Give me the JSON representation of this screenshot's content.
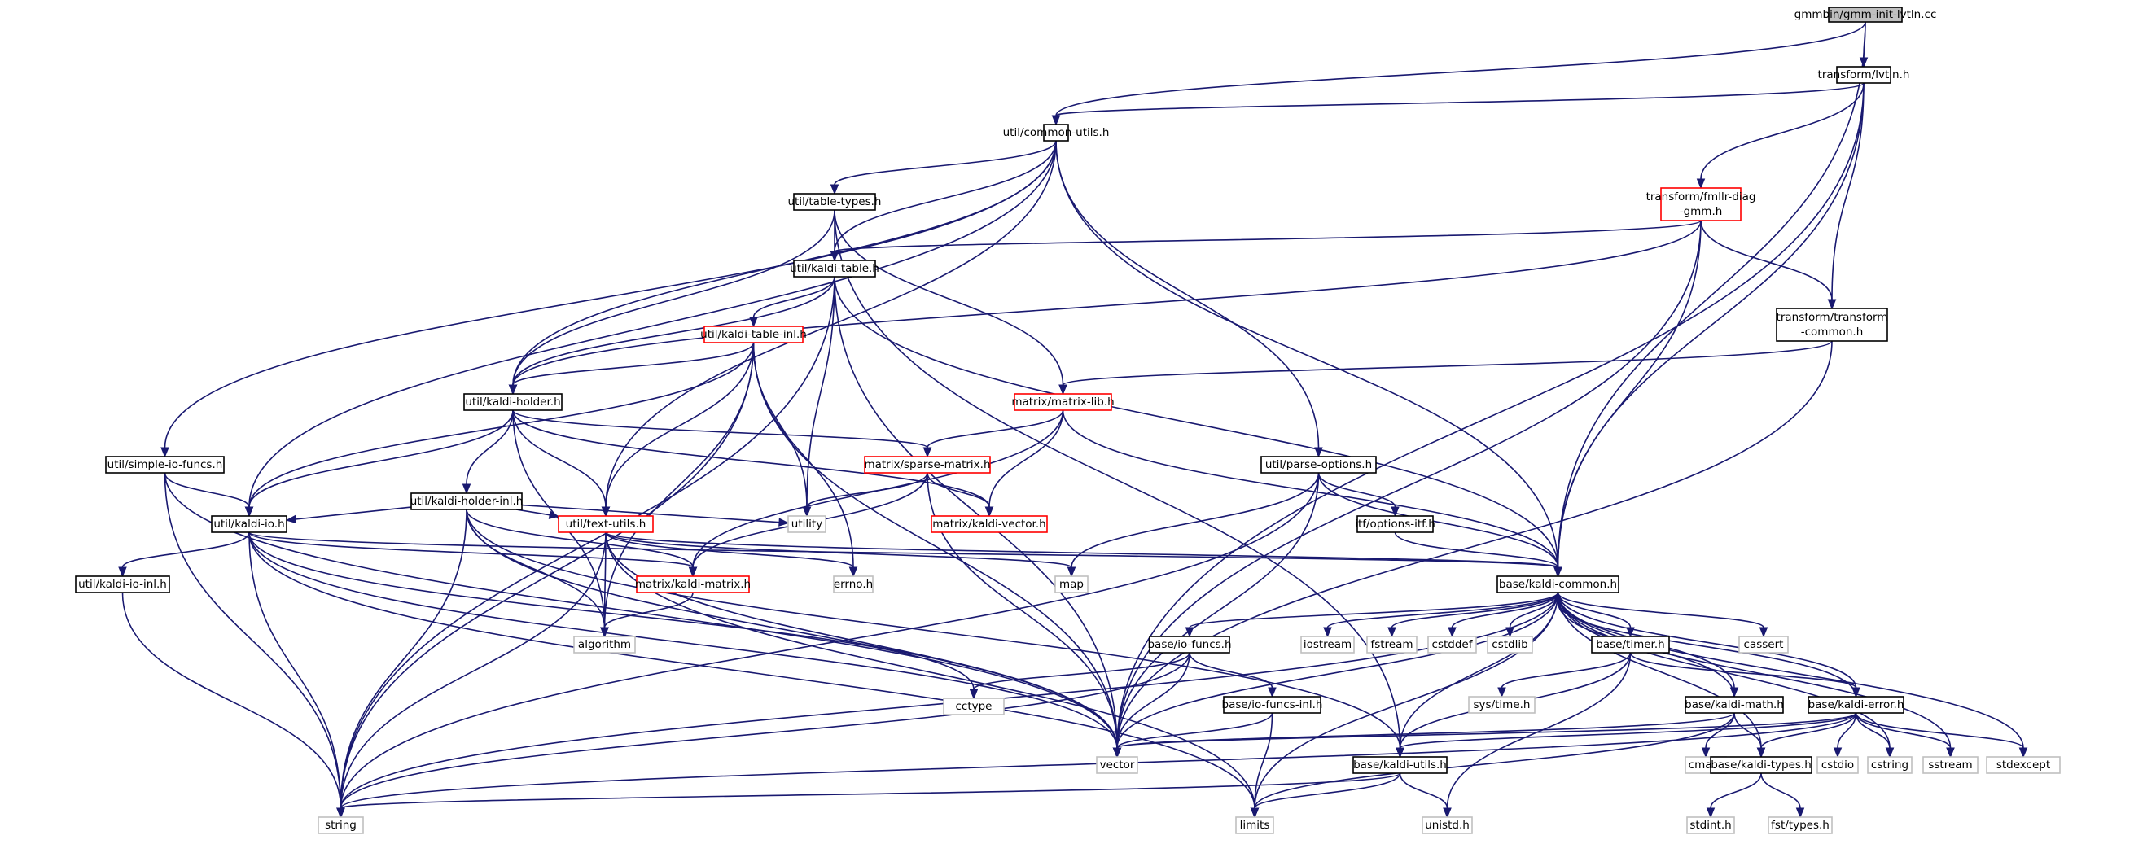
{
  "title": "gmmbin/gmm-init-lvtln.cc",
  "colors": {
    "edge": "#191970",
    "root_fill": "#bfbfbf",
    "node_border": "#000000",
    "truncated_border": "#ff0000",
    "system_border": "#bfbfbf",
    "node_fill": "#ffffff"
  },
  "nodes": [
    {
      "id": "root",
      "lines": [
        "gmmbin/gmm-init-lvtln.cc"
      ],
      "kind": "root"
    },
    {
      "id": "lvtln",
      "lines": [
        "transform/lvtln.h"
      ],
      "kind": "normal"
    },
    {
      "id": "common_utils",
      "lines": [
        "util/common-utils.h"
      ],
      "kind": "normal"
    },
    {
      "id": "fmllr",
      "lines": [
        "transform/fmllr-diag",
        "-gmm.h"
      ],
      "kind": "truncated"
    },
    {
      "id": "table_types",
      "lines": [
        "util/table-types.h"
      ],
      "kind": "normal"
    },
    {
      "id": "kaldi_table",
      "lines": [
        "util/kaldi-table.h"
      ],
      "kind": "normal"
    },
    {
      "id": "transform_common",
      "lines": [
        "transform/transform",
        "-common.h"
      ],
      "kind": "normal"
    },
    {
      "id": "kaldi_table_inl",
      "lines": [
        "util/kaldi-table-inl.h"
      ],
      "kind": "truncated"
    },
    {
      "id": "matrix_lib",
      "lines": [
        "matrix/matrix-lib.h"
      ],
      "kind": "truncated"
    },
    {
      "id": "kaldi_holder",
      "lines": [
        "util/kaldi-holder.h"
      ],
      "kind": "normal"
    },
    {
      "id": "simple_io",
      "lines": [
        "util/simple-io-funcs.h"
      ],
      "kind": "normal"
    },
    {
      "id": "parse_options",
      "lines": [
        "util/parse-options.h"
      ],
      "kind": "normal"
    },
    {
      "id": "sparse_matrix",
      "lines": [
        "matrix/sparse-matrix.h"
      ],
      "kind": "truncated"
    },
    {
      "id": "holder_inl",
      "lines": [
        "util/kaldi-holder-inl.h"
      ],
      "kind": "normal"
    },
    {
      "id": "kaldi_io",
      "lines": [
        "util/kaldi-io.h"
      ],
      "kind": "normal"
    },
    {
      "id": "utility",
      "lines": [
        "utility"
      ],
      "kind": "system"
    },
    {
      "id": "text_utils",
      "lines": [
        "util/text-utils.h"
      ],
      "kind": "truncated"
    },
    {
      "id": "kaldi_vector",
      "lines": [
        "matrix/kaldi-vector.h"
      ],
      "kind": "truncated"
    },
    {
      "id": "options_itf",
      "lines": [
        "itf/options-itf.h"
      ],
      "kind": "normal"
    },
    {
      "id": "io_inl",
      "lines": [
        "util/kaldi-io-inl.h"
      ],
      "kind": "normal"
    },
    {
      "id": "kaldi_matrix",
      "lines": [
        "matrix/kaldi-matrix.h"
      ],
      "kind": "truncated"
    },
    {
      "id": "errno",
      "lines": [
        "errno.h"
      ],
      "kind": "system"
    },
    {
      "id": "map",
      "lines": [
        "map"
      ],
      "kind": "system"
    },
    {
      "id": "kaldi_common",
      "lines": [
        "base/kaldi-common.h"
      ],
      "kind": "normal"
    },
    {
      "id": "algorithm",
      "lines": [
        "algorithm"
      ],
      "kind": "system"
    },
    {
      "id": "io_funcs",
      "lines": [
        "base/io-funcs.h"
      ],
      "kind": "normal"
    },
    {
      "id": "iostream",
      "lines": [
        "iostream"
      ],
      "kind": "system"
    },
    {
      "id": "fstream",
      "lines": [
        "fstream"
      ],
      "kind": "system"
    },
    {
      "id": "cstddef",
      "lines": [
        "cstddef"
      ],
      "kind": "system"
    },
    {
      "id": "cstdlib",
      "lines": [
        "cstdlib"
      ],
      "kind": "system"
    },
    {
      "id": "timer",
      "lines": [
        "base/timer.h"
      ],
      "kind": "normal"
    },
    {
      "id": "cassert",
      "lines": [
        "cassert"
      ],
      "kind": "system"
    },
    {
      "id": "systime",
      "lines": [
        "sys/time.h"
      ],
      "kind": "system"
    },
    {
      "id": "cctype",
      "lines": [
        "cctype"
      ],
      "kind": "system"
    },
    {
      "id": "io_funcs_inl",
      "lines": [
        "base/io-funcs-inl.h"
      ],
      "kind": "normal"
    },
    {
      "id": "kaldi_math",
      "lines": [
        "base/kaldi-math.h"
      ],
      "kind": "normal"
    },
    {
      "id": "kaldi_error",
      "lines": [
        "base/kaldi-error.h"
      ],
      "kind": "normal"
    },
    {
      "id": "vector",
      "lines": [
        "vector"
      ],
      "kind": "system"
    },
    {
      "id": "kaldi_utils",
      "lines": [
        "base/kaldi-utils.h"
      ],
      "kind": "normal"
    },
    {
      "id": "cmath",
      "lines": [
        "cmath"
      ],
      "kind": "system"
    },
    {
      "id": "kaldi_types",
      "lines": [
        "base/kaldi-types.h"
      ],
      "kind": "normal"
    },
    {
      "id": "cstdio",
      "lines": [
        "cstdio"
      ],
      "kind": "system"
    },
    {
      "id": "cstring",
      "lines": [
        "cstring"
      ],
      "kind": "system"
    },
    {
      "id": "sstream",
      "lines": [
        "sstream"
      ],
      "kind": "system"
    },
    {
      "id": "stdexcept",
      "lines": [
        "stdexcept"
      ],
      "kind": "system"
    },
    {
      "id": "string",
      "lines": [
        "string"
      ],
      "kind": "system"
    },
    {
      "id": "limits",
      "lines": [
        "limits"
      ],
      "kind": "system"
    },
    {
      "id": "unistd",
      "lines": [
        "unistd.h"
      ],
      "kind": "system"
    },
    {
      "id": "stdint",
      "lines": [
        "stdint.h"
      ],
      "kind": "system"
    },
    {
      "id": "fst_types",
      "lines": [
        "fst/types.h"
      ],
      "kind": "system"
    }
  ],
  "edges": [
    [
      "root",
      "lvtln"
    ],
    [
      "root",
      "common_utils"
    ],
    [
      "root",
      "kaldi_common"
    ],
    [
      "lvtln",
      "common_utils"
    ],
    [
      "lvtln",
      "fmllr"
    ],
    [
      "lvtln",
      "transform_common"
    ],
    [
      "lvtln",
      "kaldi_common"
    ],
    [
      "lvtln",
      "vector"
    ],
    [
      "common_utils",
      "table_types"
    ],
    [
      "common_utils",
      "kaldi_table"
    ],
    [
      "common_utils",
      "kaldi_holder"
    ],
    [
      "common_utils",
      "kaldi_io"
    ],
    [
      "common_utils",
      "simple_io"
    ],
    [
      "common_utils",
      "parse_options"
    ],
    [
      "common_utils",
      "text_utils"
    ],
    [
      "common_utils",
      "kaldi_common"
    ],
    [
      "fmllr",
      "kaldi_table"
    ],
    [
      "fmllr",
      "kaldi_holder"
    ],
    [
      "fmllr",
      "transform_common"
    ],
    [
      "fmllr",
      "kaldi_common"
    ],
    [
      "fmllr",
      "vector"
    ],
    [
      "table_types",
      "kaldi_table"
    ],
    [
      "table_types",
      "kaldi_holder"
    ],
    [
      "table_types",
      "matrix_lib"
    ],
    [
      "table_types",
      "kaldi_utils"
    ],
    [
      "kaldi_table",
      "kaldi_table_inl"
    ],
    [
      "kaldi_table",
      "kaldi_holder"
    ],
    [
      "kaldi_table",
      "utility"
    ],
    [
      "kaldi_table",
      "string"
    ],
    [
      "kaldi_table",
      "vector"
    ],
    [
      "kaldi_table",
      "kaldi_common"
    ],
    [
      "transform_common",
      "matrix_lib"
    ],
    [
      "transform_common",
      "vector"
    ],
    [
      "kaldi_table_inl",
      "kaldi_holder"
    ],
    [
      "kaldi_table_inl",
      "kaldi_io"
    ],
    [
      "kaldi_table_inl",
      "text_utils"
    ],
    [
      "kaldi_table_inl",
      "utility"
    ],
    [
      "kaldi_table_inl",
      "algorithm"
    ],
    [
      "kaldi_table_inl",
      "vector"
    ],
    [
      "kaldi_table_inl",
      "string"
    ],
    [
      "kaldi_table_inl",
      "errno"
    ],
    [
      "matrix_lib",
      "sparse_matrix"
    ],
    [
      "matrix_lib",
      "kaldi_vector"
    ],
    [
      "matrix_lib",
      "kaldi_matrix"
    ],
    [
      "matrix_lib",
      "kaldi_common"
    ],
    [
      "kaldi_holder",
      "holder_inl"
    ],
    [
      "kaldi_holder",
      "kaldi_io"
    ],
    [
      "kaldi_holder",
      "text_utils"
    ],
    [
      "kaldi_holder",
      "sparse_matrix"
    ],
    [
      "kaldi_holder",
      "kaldi_vector"
    ],
    [
      "kaldi_holder",
      "algorithm"
    ],
    [
      "simple_io",
      "kaldi_io"
    ],
    [
      "simple_io",
      "string"
    ],
    [
      "simple_io",
      "vector"
    ],
    [
      "parse_options",
      "options_itf"
    ],
    [
      "parse_options",
      "kaldi_common"
    ],
    [
      "parse_options",
      "map"
    ],
    [
      "parse_options",
      "string"
    ],
    [
      "parse_options",
      "vector"
    ],
    [
      "sparse_matrix",
      "kaldi_vector"
    ],
    [
      "sparse_matrix",
      "kaldi_matrix"
    ],
    [
      "sparse_matrix",
      "utility"
    ],
    [
      "sparse_matrix",
      "vector"
    ],
    [
      "holder_inl",
      "kaldi_io"
    ],
    [
      "holder_inl",
      "text_utils"
    ],
    [
      "holder_inl",
      "kaldi_matrix"
    ],
    [
      "holder_inl",
      "utility"
    ],
    [
      "holder_inl",
      "algorithm"
    ],
    [
      "holder_inl",
      "string"
    ],
    [
      "holder_inl",
      "vector"
    ],
    [
      "holder_inl",
      "kaldi_utils"
    ],
    [
      "kaldi_io",
      "io_inl"
    ],
    [
      "kaldi_io",
      "kaldi_common"
    ],
    [
      "kaldi_io",
      "kaldi_matrix"
    ],
    [
      "kaldi_io",
      "cctype"
    ],
    [
      "kaldi_io",
      "string"
    ],
    [
      "kaldi_io",
      "limits"
    ],
    [
      "kaldi_io",
      "vector"
    ],
    [
      "text_utils",
      "kaldi_common"
    ],
    [
      "text_utils",
      "errno"
    ],
    [
      "text_utils",
      "map"
    ],
    [
      "text_utils",
      "algorithm"
    ],
    [
      "text_utils",
      "string"
    ],
    [
      "text_utils",
      "vector"
    ],
    [
      "text_utils",
      "limits"
    ],
    [
      "options_itf",
      "kaldi_common"
    ],
    [
      "io_inl",
      "string"
    ],
    [
      "kaldi_matrix",
      "algorithm"
    ],
    [
      "kaldi_common",
      "io_funcs"
    ],
    [
      "kaldi_common",
      "iostream"
    ],
    [
      "kaldi_common",
      "fstream"
    ],
    [
      "kaldi_common",
      "cstddef"
    ],
    [
      "kaldi_common",
      "cstdlib"
    ],
    [
      "kaldi_common",
      "timer"
    ],
    [
      "kaldi_common",
      "cassert"
    ],
    [
      "kaldi_common",
      "kaldi_math"
    ],
    [
      "kaldi_common",
      "kaldi_error"
    ],
    [
      "kaldi_common",
      "kaldi_utils"
    ],
    [
      "kaldi_common",
      "kaldi_types"
    ],
    [
      "kaldi_common",
      "vector"
    ],
    [
      "kaldi_common",
      "string"
    ],
    [
      "kaldi_common",
      "cstring"
    ],
    [
      "kaldi_common",
      "sstream"
    ],
    [
      "kaldi_common",
      "stdexcept"
    ],
    [
      "kaldi_common",
      "limits"
    ],
    [
      "io_funcs",
      "io_funcs_inl"
    ],
    [
      "io_funcs",
      "cctype"
    ],
    [
      "io_funcs",
      "vector"
    ],
    [
      "io_funcs",
      "string"
    ],
    [
      "timer",
      "systime"
    ],
    [
      "timer",
      "kaldi_utils"
    ],
    [
      "timer",
      "kaldi_error"
    ],
    [
      "timer",
      "unistd"
    ],
    [
      "io_funcs_inl",
      "vector"
    ],
    [
      "io_funcs_inl",
      "limits"
    ],
    [
      "kaldi_math",
      "kaldi_common"
    ],
    [
      "kaldi_math",
      "kaldi_types"
    ],
    [
      "kaldi_math",
      "vector"
    ],
    [
      "kaldi_math",
      "cmath"
    ],
    [
      "kaldi_math",
      "limits"
    ],
    [
      "kaldi_error",
      "kaldi_common"
    ],
    [
      "kaldi_error",
      "kaldi_types"
    ],
    [
      "kaldi_error",
      "kaldi_utils"
    ],
    [
      "kaldi_error",
      "vector"
    ],
    [
      "kaldi_error",
      "cstdio"
    ],
    [
      "kaldi_error",
      "cstring"
    ],
    [
      "kaldi_error",
      "sstream"
    ],
    [
      "kaldi_error",
      "stdexcept"
    ],
    [
      "kaldi_error",
      "string"
    ],
    [
      "kaldi_utils",
      "string"
    ],
    [
      "kaldi_utils",
      "limits"
    ],
    [
      "kaldi_utils",
      "unistd"
    ],
    [
      "kaldi_types",
      "stdint"
    ],
    [
      "kaldi_types",
      "fst_types"
    ]
  ]
}
